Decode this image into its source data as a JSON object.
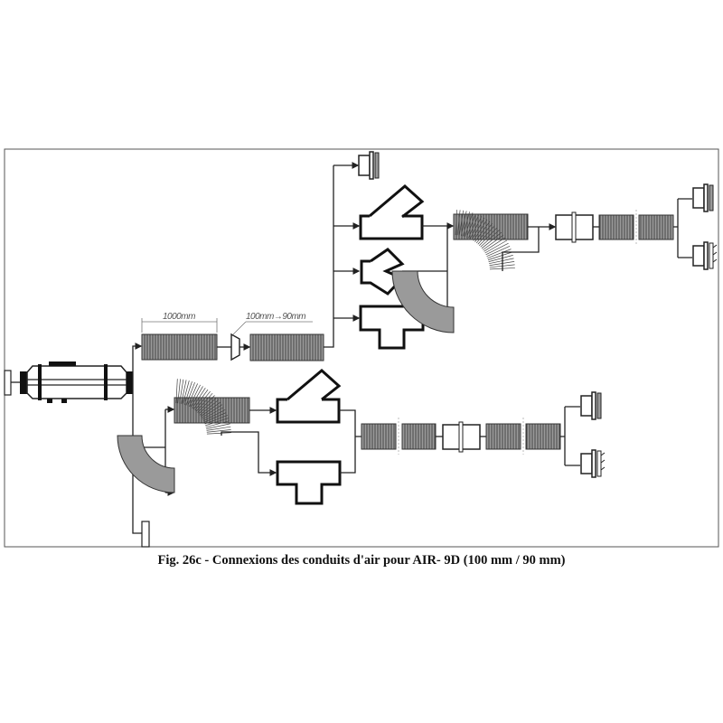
{
  "figure": {
    "caption": "Fig. 26c - Connexions des conduits d'air pour AIR- 9D (100 mm / 90 mm)",
    "labels": {
      "duct_length": "1000mm",
      "reducer": "100mm→90mm"
    }
  }
}
